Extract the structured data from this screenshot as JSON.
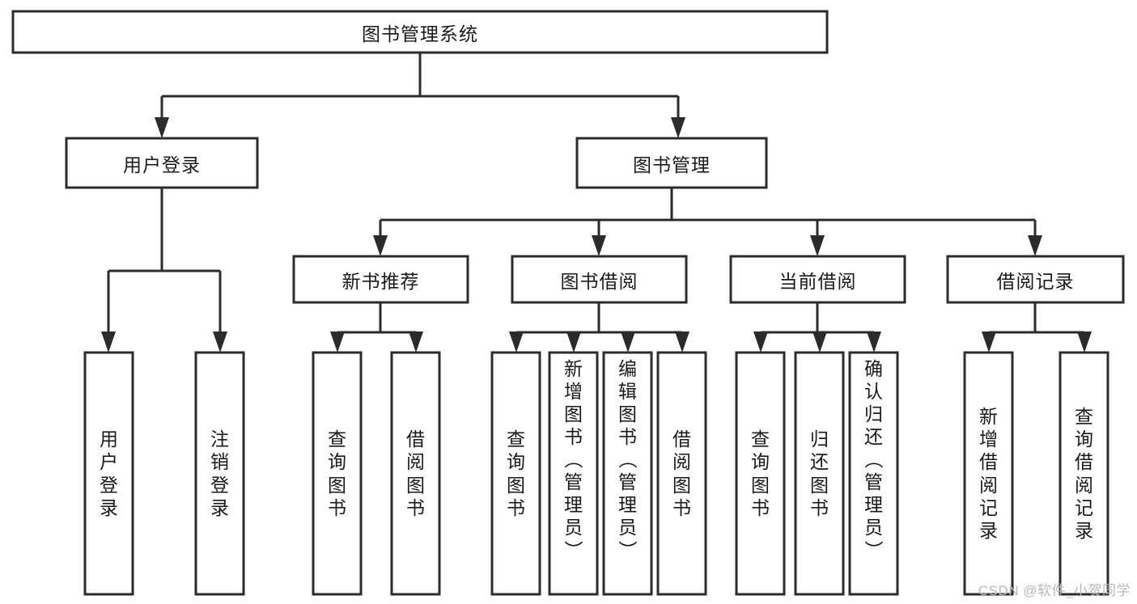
{
  "diagram": {
    "type": "tree-hierarchy",
    "title": "图书管理系统",
    "watermark": "CSDN @软件_小贺同学",
    "colors": {
      "stroke": "#2b2b2b",
      "box_fill": "#ffffff",
      "text": "#1a1a1a",
      "background": "#ffffff",
      "watermark": "#b9b9b9"
    },
    "nodes": {
      "root": {
        "label": "图书管理系统",
        "level": 1,
        "orientation": "horizontal"
      },
      "l2": [
        {
          "id": "user-login",
          "label": "用户登录",
          "level": 2,
          "orientation": "horizontal"
        },
        {
          "id": "book-manage",
          "label": "图书管理",
          "level": 2,
          "orientation": "horizontal"
        }
      ],
      "l3": [
        {
          "id": "new-book-recommend",
          "label": "新书推荐",
          "level": 3,
          "orientation": "horizontal"
        },
        {
          "id": "book-borrow",
          "label": "图书借阅",
          "level": 3,
          "orientation": "horizontal"
        },
        {
          "id": "current-borrow",
          "label": "当前借阅",
          "level": 3,
          "orientation": "horizontal"
        },
        {
          "id": "borrow-record",
          "label": "借阅记录",
          "level": 3,
          "orientation": "horizontal"
        }
      ],
      "leaves": [
        {
          "id": "leaf-user-login",
          "label": "用户登录",
          "parent": "user-login",
          "align": "center"
        },
        {
          "id": "leaf-logout-login",
          "label": "注销登录",
          "parent": "user-login",
          "align": "center"
        },
        {
          "id": "leaf-query-book-1",
          "label": "查询图书",
          "parent": "new-book-recommend",
          "align": "center"
        },
        {
          "id": "leaf-borrow-book-1",
          "label": "借阅图书",
          "parent": "new-book-recommend",
          "align": "center"
        },
        {
          "id": "leaf-query-book-2",
          "label": "查询图书",
          "parent": "book-borrow",
          "align": "center"
        },
        {
          "id": "leaf-add-book-admin",
          "label": "新增图书（管理员）",
          "parent": "book-borrow",
          "align": "top"
        },
        {
          "id": "leaf-edit-book-admin",
          "label": "编辑图书（管理员）",
          "parent": "book-borrow",
          "align": "top"
        },
        {
          "id": "leaf-borrow-book-2",
          "label": "借阅图书",
          "parent": "book-borrow",
          "align": "center"
        },
        {
          "id": "leaf-query-book-3",
          "label": "查询图书",
          "parent": "current-borrow",
          "align": "center"
        },
        {
          "id": "leaf-return-book",
          "label": "归还图书",
          "parent": "current-borrow",
          "align": "center"
        },
        {
          "id": "leaf-confirm-return-admin",
          "label": "确认归还（管理员）",
          "parent": "current-borrow",
          "align": "top"
        },
        {
          "id": "leaf-add-borrow-record",
          "label": "新增借阅记录",
          "parent": "borrow-record",
          "align": "center"
        },
        {
          "id": "leaf-query-borrow-record",
          "label": "查询借阅记录",
          "parent": "borrow-record",
          "align": "center"
        }
      ]
    }
  }
}
